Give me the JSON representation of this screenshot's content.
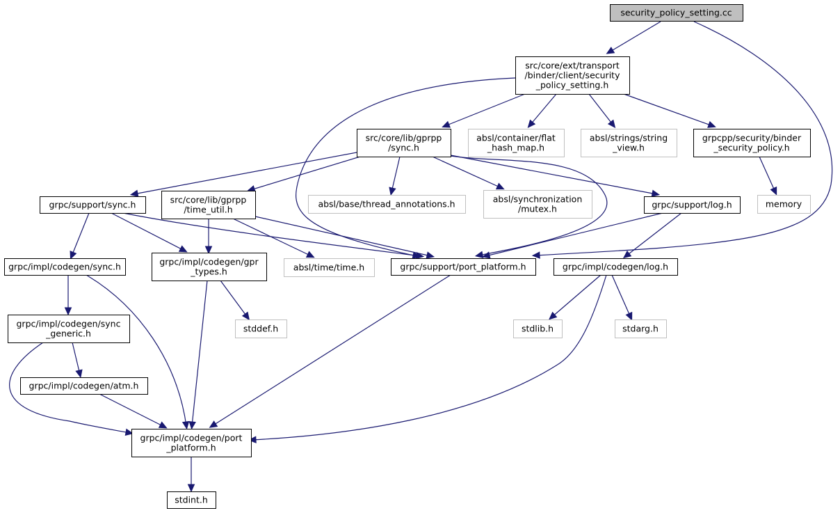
{
  "title": "security_policy_setting.cc include dependency graph",
  "colors": {
    "edge": "#191970",
    "root_fill": "#bfbfbf",
    "doc_border": "#000000",
    "external_border": "#bfbfbf"
  },
  "nodes": [
    {
      "id": "root",
      "kind": "root",
      "lines": [
        "security_policy_setting.cc"
      ]
    },
    {
      "id": "sps_h",
      "kind": "doc",
      "lines": [
        "src/core/ext/transport",
        "/binder/client/security",
        "_policy_setting.h"
      ]
    },
    {
      "id": "gprpp_sync",
      "kind": "doc",
      "lines": [
        "src/core/lib/gprpp",
        "/sync.h"
      ]
    },
    {
      "id": "flat_hash_map",
      "kind": "ext",
      "lines": [
        "absl/container/flat",
        "_hash_map.h"
      ]
    },
    {
      "id": "string_view",
      "kind": "ext",
      "lines": [
        "absl/strings/string",
        "_view.h"
      ]
    },
    {
      "id": "binder_sec_policy",
      "kind": "doc",
      "lines": [
        "grpcpp/security/binder",
        "_security_policy.h"
      ]
    },
    {
      "id": "support_sync",
      "kind": "doc",
      "lines": [
        "grpc/support/sync.h"
      ]
    },
    {
      "id": "time_util",
      "kind": "doc",
      "lines": [
        "src/core/lib/gprpp",
        "/time_util.h"
      ]
    },
    {
      "id": "thread_annotations",
      "kind": "ext",
      "lines": [
        "absl/base/thread_annotations.h"
      ]
    },
    {
      "id": "mutex",
      "kind": "ext",
      "lines": [
        "absl/synchronization",
        "/mutex.h"
      ]
    },
    {
      "id": "support_log",
      "kind": "doc",
      "lines": [
        "grpc/support/log.h"
      ]
    },
    {
      "id": "memory",
      "kind": "ext",
      "lines": [
        "memory"
      ]
    },
    {
      "id": "codegen_sync",
      "kind": "doc",
      "lines": [
        "grpc/impl/codegen/sync.h"
      ]
    },
    {
      "id": "gpr_types",
      "kind": "doc",
      "lines": [
        "grpc/impl/codegen/gpr",
        "_types.h"
      ]
    },
    {
      "id": "time_h",
      "kind": "ext",
      "lines": [
        "absl/time/time.h"
      ]
    },
    {
      "id": "support_port_platform",
      "kind": "doc",
      "lines": [
        "grpc/support/port_platform.h"
      ]
    },
    {
      "id": "codegen_log",
      "kind": "doc",
      "lines": [
        "grpc/impl/codegen/log.h"
      ]
    },
    {
      "id": "sync_generic",
      "kind": "doc",
      "lines": [
        "grpc/impl/codegen/sync",
        "_generic.h"
      ]
    },
    {
      "id": "stddef",
      "kind": "ext",
      "lines": [
        "stddef.h"
      ]
    },
    {
      "id": "stdlib",
      "kind": "ext",
      "lines": [
        "stdlib.h"
      ]
    },
    {
      "id": "stdarg",
      "kind": "ext",
      "lines": [
        "stdarg.h"
      ]
    },
    {
      "id": "atm",
      "kind": "doc",
      "lines": [
        "grpc/impl/codegen/atm.h"
      ]
    },
    {
      "id": "codegen_port_platform",
      "kind": "doc",
      "lines": [
        "grpc/impl/codegen/port",
        "_platform.h"
      ]
    },
    {
      "id": "stdint",
      "kind": "doc",
      "lines": [
        "stdint.h"
      ]
    }
  ],
  "edges": [
    {
      "from": "root",
      "to": "sps_h"
    },
    {
      "from": "root",
      "to": "support_port_platform"
    },
    {
      "from": "sps_h",
      "to": "gprpp_sync"
    },
    {
      "from": "sps_h",
      "to": "flat_hash_map"
    },
    {
      "from": "sps_h",
      "to": "string_view"
    },
    {
      "from": "sps_h",
      "to": "binder_sec_policy"
    },
    {
      "from": "sps_h",
      "to": "support_port_platform"
    },
    {
      "from": "binder_sec_policy",
      "to": "memory"
    },
    {
      "from": "gprpp_sync",
      "to": "support_sync"
    },
    {
      "from": "gprpp_sync",
      "to": "time_util"
    },
    {
      "from": "gprpp_sync",
      "to": "thread_annotations"
    },
    {
      "from": "gprpp_sync",
      "to": "mutex"
    },
    {
      "from": "gprpp_sync",
      "to": "support_log"
    },
    {
      "from": "gprpp_sync",
      "to": "support_port_platform"
    },
    {
      "from": "support_sync",
      "to": "codegen_sync"
    },
    {
      "from": "support_sync",
      "to": "gpr_types"
    },
    {
      "from": "support_sync",
      "to": "support_port_platform"
    },
    {
      "from": "time_util",
      "to": "gpr_types"
    },
    {
      "from": "time_util",
      "to": "time_h"
    },
    {
      "from": "time_util",
      "to": "support_port_platform"
    },
    {
      "from": "support_log",
      "to": "support_port_platform"
    },
    {
      "from": "support_log",
      "to": "codegen_log"
    },
    {
      "from": "codegen_sync",
      "to": "sync_generic"
    },
    {
      "from": "codegen_sync",
      "to": "codegen_port_platform"
    },
    {
      "from": "gpr_types",
      "to": "stddef"
    },
    {
      "from": "gpr_types",
      "to": "codegen_port_platform"
    },
    {
      "from": "support_port_platform",
      "to": "codegen_port_platform"
    },
    {
      "from": "codegen_log",
      "to": "stdlib"
    },
    {
      "from": "codegen_log",
      "to": "stdarg"
    },
    {
      "from": "codegen_log",
      "to": "codegen_port_platform"
    },
    {
      "from": "sync_generic",
      "to": "atm"
    },
    {
      "from": "sync_generic",
      "to": "codegen_port_platform"
    },
    {
      "from": "atm",
      "to": "codegen_port_platform"
    },
    {
      "from": "codegen_port_platform",
      "to": "stdint"
    }
  ]
}
